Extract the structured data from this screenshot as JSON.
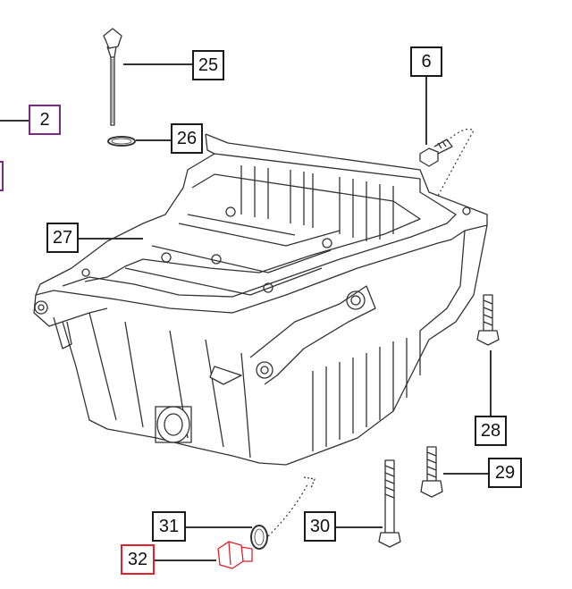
{
  "callouts": {
    "c2": "2",
    "c6": "6",
    "c25": "25",
    "c26": "26",
    "c27": "27",
    "c28": "28",
    "c29": "29",
    "c30": "30",
    "c31": "31",
    "c32": "32"
  },
  "colors": {
    "outline": "#1a1a1a",
    "purple_callout": "#7a2a86",
    "red_callout": "#e0202a",
    "highlight_part": "#e0202a",
    "line": "#333333"
  }
}
